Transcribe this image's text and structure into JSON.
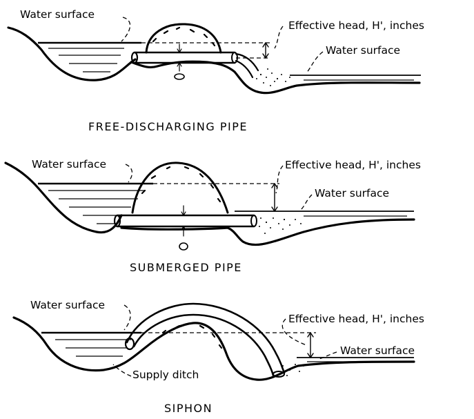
{
  "panels": [
    {
      "caption": "FREE-DISCHARGING PIPE",
      "upstream_label": "Water surface",
      "head_label": "Effective head, H', inches",
      "downstream_label": "Water surface"
    },
    {
      "caption": "SUBMERGED PIPE",
      "upstream_label": "Water surface",
      "head_label": "Effective head, H', inches",
      "downstream_label": "Water surface"
    },
    {
      "caption": "SIPHON",
      "upstream_label": "Water surface",
      "head_label": "Effective head, H', inches",
      "downstream_label": "Water surface",
      "ditch_label": "Supply ditch"
    }
  ]
}
